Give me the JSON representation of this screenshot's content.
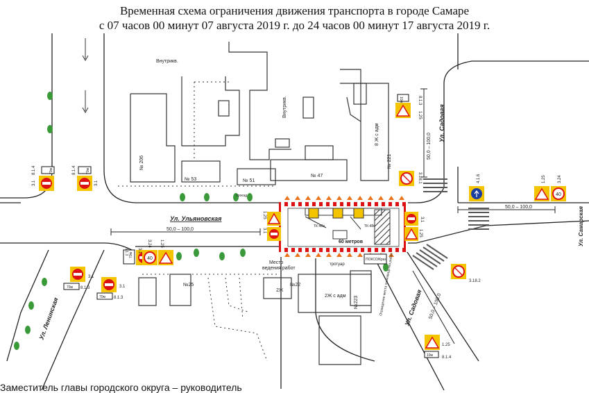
{
  "title": {
    "line1": "Временная схема ограничения движения транспорта в городе Самаре",
    "line2": "с 07 часов 00 минут 07 августа 2019 г. до 24 часов 00 минут 17 августа 2019 г."
  },
  "streets": {
    "ulyanovskaya": "Ул. Ульяновская",
    "sadovaya_top": "Ул. Садовая",
    "sadovaya_bottom": "Ул. Садовая",
    "samarskaya": "Ул. Самарская",
    "leninskaya": "Ул. Ленинская",
    "vnutrikv_top": "Внутрикв.",
    "vnutrikv_mid": "Внутрикв.",
    "proezd": "проезд",
    "trotuar": "тротуар"
  },
  "buildings": {
    "b206": "№ 206",
    "b53": "№ 53",
    "b51": "№ 51",
    "b47": "№ 47",
    "b221": "№ 221",
    "b8zh": "8 Ж с адм",
    "b25": "№25",
    "b22": "№22",
    "b2zh_a": "2Ж",
    "b2zh_adm": "2Ж с адм",
    "b223": "№223"
  },
  "work_zone": {
    "length_label": "60 метров",
    "place_label_1": "Место",
    "place_label_2": "ведения работ",
    "crane_label": "ПОКСО/Кран",
    "tk1": "ТК-48а",
    "tk2": "ТК-48в",
    "fence_note": "Ограждение места производства работ"
  },
  "distances": {
    "d1": "50,0 – 100,0",
    "d2": "50,0 – 100,0",
    "d3": "50,0 – 100,0",
    "d4": "50,0 – 100,0"
  },
  "signs": {
    "s31_a": "3.1",
    "s814_a": "8.1.4",
    "plate_a": "70м",
    "s31_b": "3.1",
    "s814_b": "8.1.4",
    "plate_b": "70м",
    "s125_tr": "1.25",
    "s813_tr": "8.1.3",
    "plate_tr": "10м",
    "s3181": "3.18.1",
    "s416": "4.1.6",
    "s125_r": "1.25",
    "s324_r": "3.24",
    "speed_r": "40",
    "s125_c": "1.25",
    "s31_c": "3.1",
    "s31_d": "3.1",
    "s125_d": "1.25",
    "s313_w": "6.1.3",
    "s31_w": "3.1",
    "s324_w": "3.24",
    "s125_w": "1.25",
    "plate_w": "70м",
    "speed_w": "40",
    "s31_bl1": "3.1",
    "s813_bl1": "8.1.3",
    "plate_bl1": "70м",
    "s31_bl2": "3.1",
    "s813_bl2": "8.1.3",
    "plate_bl2": "70м",
    "s3182": "3.18.2",
    "s125_br": "1.25",
    "s814_br": "8.1.4",
    "plate_br": "10м"
  },
  "footer": "Заместитель главы городского округа – руководитель"
}
